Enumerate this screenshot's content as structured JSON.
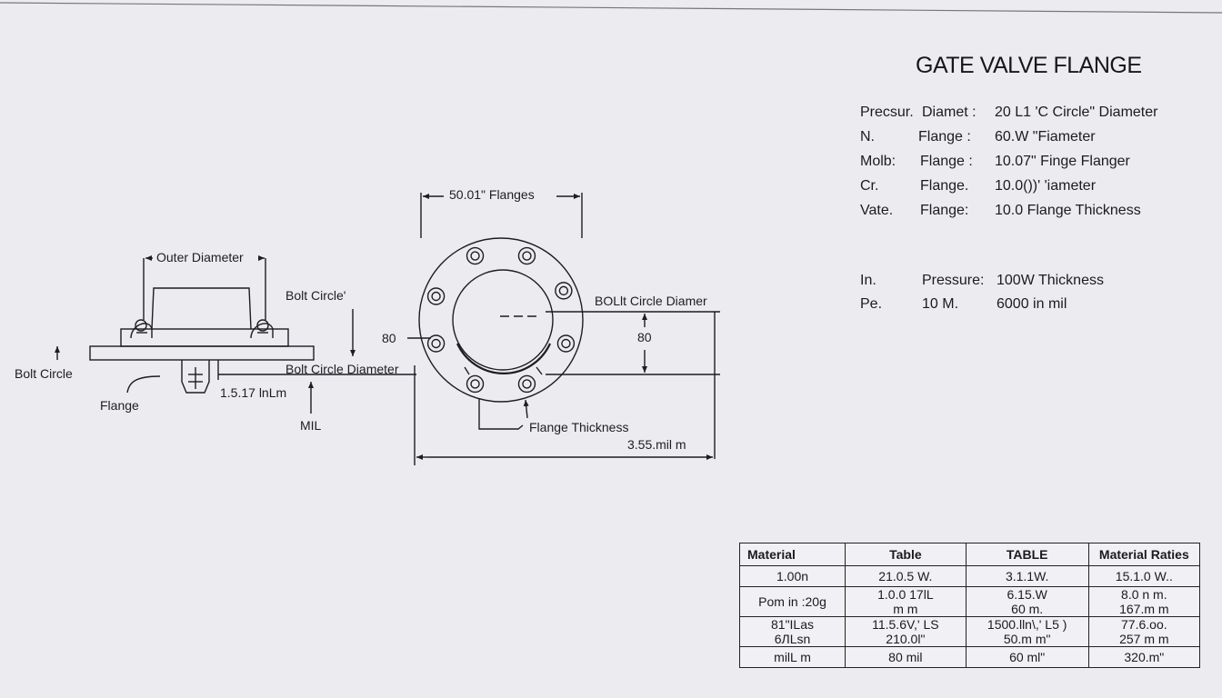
{
  "title": "GATE VALVE FLANGE",
  "specs": {
    "rows": [
      {
        "c1": "Precsur.",
        "c2": "Diamet :",
        "c3": "20 L1 'C Circle\" Diameter"
      },
      {
        "c1": "N.",
        "c2": "Flange :",
        "c3": "60.W \"Fiameter"
      },
      {
        "c1": "Molb:",
        "c2": "Flange :",
        "c3": "10.07\" Finge Flanger"
      },
      {
        "c1": "Cr.",
        "c2": "Flange.",
        "c3": "10.0())' 'iameter"
      },
      {
        "c1": "Vate.",
        "c2": "Flange:",
        "c3": "10.0 Flange Thickness"
      }
    ],
    "rows2": [
      {
        "c1": "In.",
        "c2": "Pressure:",
        "c3": "100W Thickness"
      },
      {
        "c1": "Pe.",
        "c2": "10 M.",
        "c3": "6000 in mil"
      }
    ]
  },
  "side_view": {
    "outer_diameter": "Outer Diameter",
    "bolt_circle_top": "Bolt Circle'",
    "value_80": "80",
    "bolt_circle_left": "Bolt Circle",
    "flange": "Flange",
    "dim_bottom": "1.5.17 lnLm",
    "mil": "MIL",
    "bolt_circle_diameter": "Bolt Circle Diameter"
  },
  "front_view": {
    "flanges_dim": "50.01\" Flanges",
    "bolt_circle_diamer": "BOLlt Circle Diamer",
    "value_80": "80",
    "flange_thickness": "Flange Thickness",
    "dim_bottom": "3.55.mil m"
  },
  "table": {
    "headers": [
      "Material",
      "Table",
      "TABLE",
      "Material Raties"
    ],
    "rows": [
      [
        "1.00n",
        "21.0.5 W.",
        "3.1.1W.",
        "15.1.0 W.."
      ],
      [
        "Pom in :20g",
        "1.0.0 17lL\nm m",
        "6.15.W\n60 m.",
        "8.0 n m.\n167.m m"
      ],
      [
        "81\"ILas\n6ЛLsn",
        "11.5.6V,' LS\n210.0l\"",
        "1500.lln\\,' L5 )\n50.m m\"",
        "77.6.oo.\n257 m m"
      ],
      [
        "milL m",
        "80 mil",
        "60 ml\"",
        "320.m\""
      ]
    ]
  },
  "colors": {
    "paper": "#ecebf0",
    "ink": "#1d1d22"
  }
}
